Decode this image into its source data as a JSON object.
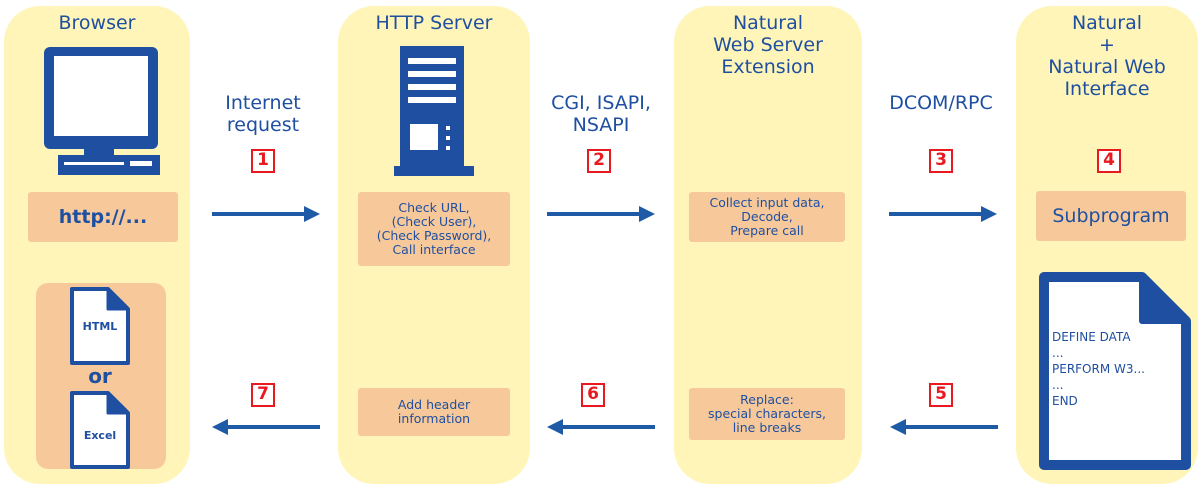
{
  "columns": {
    "browser": {
      "title": "Browser"
    },
    "http_server": {
      "title": "HTTP Server"
    },
    "nwse": {
      "title": "Natural\nWeb Server\nExtension"
    },
    "natural": {
      "title": "Natural\n+\nNatural Web\nInterface"
    }
  },
  "browser": {
    "url_box": "http://...",
    "doc_html": "HTML",
    "or_text": "or",
    "doc_excel": "Excel"
  },
  "http_server": {
    "request_box": "Check URL,\n(Check User),\n(Check Password),\nCall interface",
    "response_box": "Add header\ninformation"
  },
  "nwse": {
    "request_box": "Collect input data,\nDecode,\nPrepare call",
    "response_box": "Replace:\nspecial characters,\nline breaks"
  },
  "natural": {
    "subprogram_box": "Subprogram",
    "code_lines": "DEFINE DATA\n...\nPERFORM W3...\n...\nEND"
  },
  "connectors": {
    "internet_request": "Internet\nrequest",
    "cgi": "CGI, ISAPI,\nNSAPI",
    "dcom": "DCOM/RPC"
  },
  "steps": [
    "1",
    "2",
    "3",
    "4",
    "5",
    "6",
    "7"
  ],
  "colors": {
    "column_bg": "#fff5b8",
    "box_bg": "#f7c99a",
    "text_blue": "#1f4fa0",
    "arrow_blue": "#1f5aa6",
    "step_red": "#e8191f"
  },
  "icons": [
    "monitor-icon",
    "server-tower-icon",
    "document-icon",
    "arrow-right-icon",
    "arrow-left-icon"
  ]
}
